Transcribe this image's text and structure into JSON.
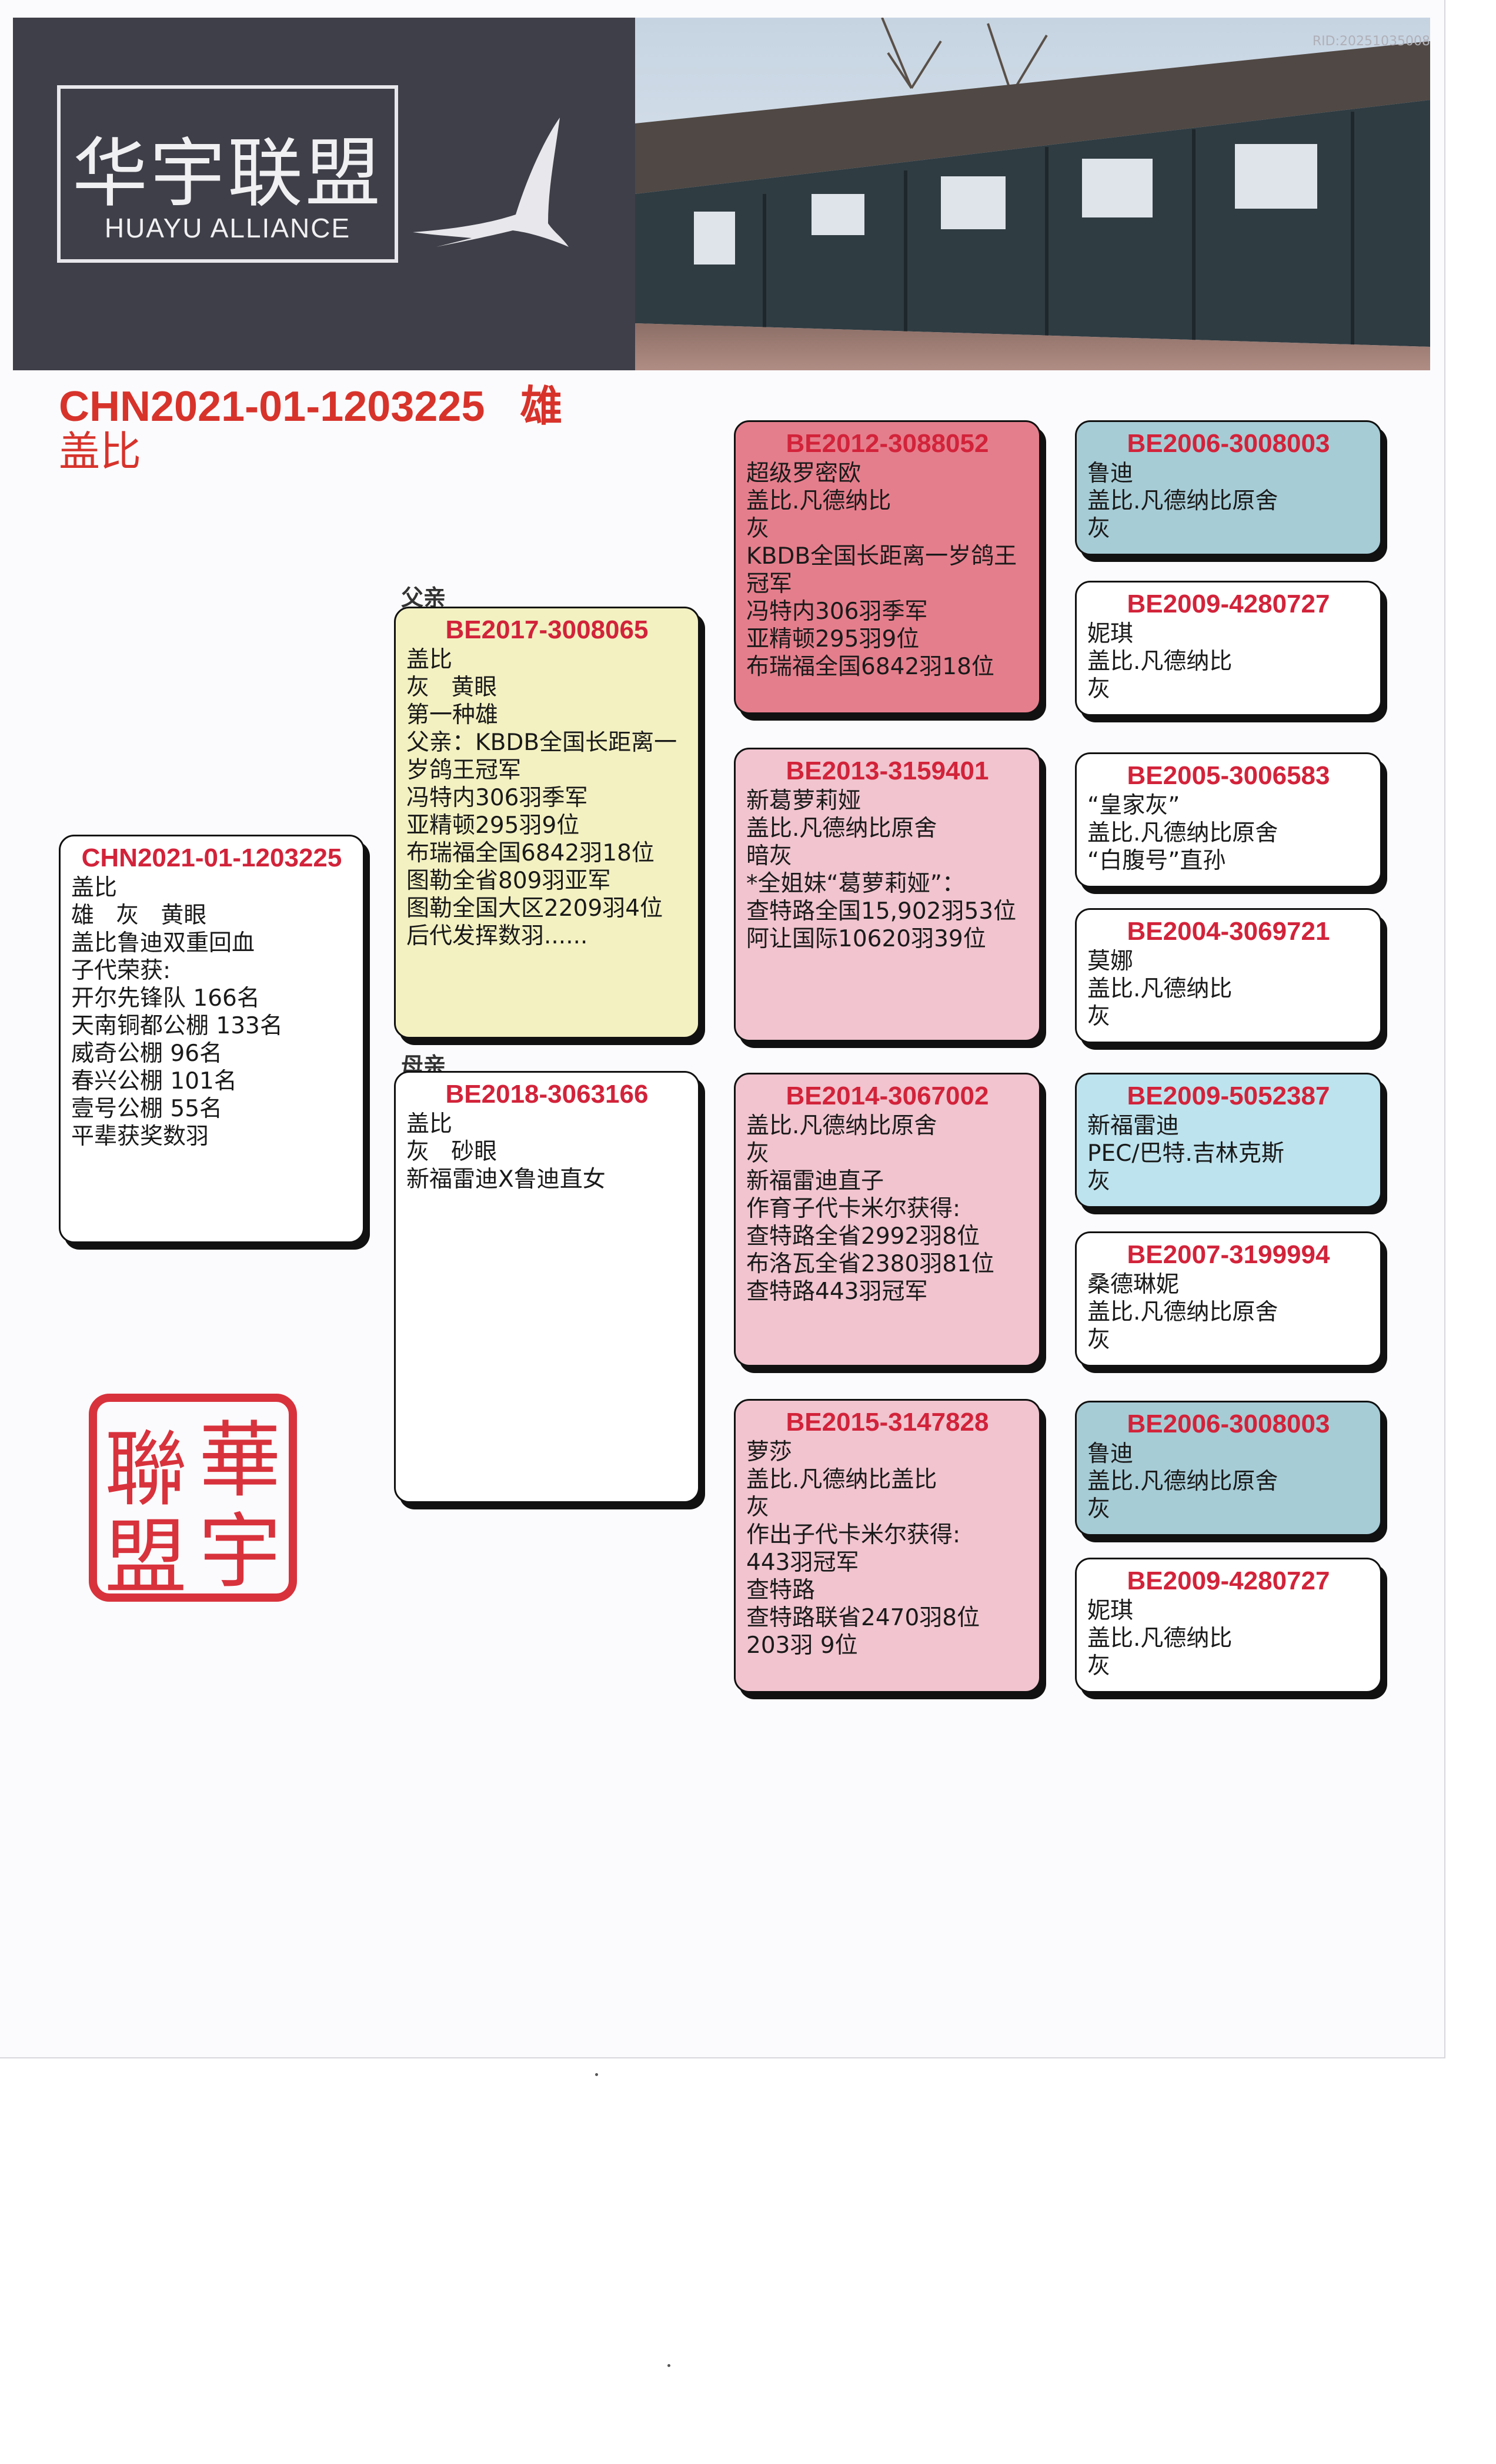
{
  "header": {
    "logo_cn": "华宇联盟",
    "logo_en": "HUAYU ALLIANCE",
    "record_id": "RID:20251035008"
  },
  "subject": {
    "title": "CHN2021-01-1203225   雄",
    "subtitle": "盖比"
  },
  "labels": {
    "sire": "父亲",
    "dam": "母亲"
  },
  "cards": {
    "self": {
      "ring": "CHN2021-01-1203225",
      "lines": [
        "盖比",
        "雄   灰   黄眼",
        "盖比鲁迪双重回血",
        "子代荣获:",
        "开尔先锋队 166名",
        "天南铜都公棚 133名",
        "威奇公棚 96名",
        "春兴公棚 101名",
        "壹号公棚 55名",
        "平辈获奖数羽"
      ]
    },
    "sire": {
      "ring": "BE2017-3008065",
      "lines": [
        "盖比",
        "灰   黄眼",
        "第一种雄",
        "父亲：KBDB全国长距离一",
        "岁鸽王冠军",
        "冯特内306羽季军",
        "亚精顿295羽9位",
        "布瑞福全国6842羽18位",
        "图勒全省809羽亚军",
        "图勒全国大区2209羽4位",
        "后代发挥数羽......"
      ]
    },
    "dam": {
      "ring": "BE2018-3063166",
      "lines": [
        "盖比",
        "灰   砂眼",
        "新福雷迪X鲁迪直女"
      ]
    },
    "ss": {
      "ring": "BE2012-3088052",
      "lines": [
        "超级罗密欧",
        "盖比.凡德纳比",
        "灰",
        "KBDB全国长距离一岁鸽王",
        "冠军",
        "冯特内306羽季军",
        "亚精顿295羽9位",
        "布瑞福全国6842羽18位"
      ]
    },
    "sd": {
      "ring": "BE2013-3159401",
      "lines": [
        "新葛萝莉娅",
        "盖比.凡德纳比原舍",
        "暗灰",
        "*全姐妹“葛萝莉娅”：",
        "查特路全国15,902羽53位",
        "阿让国际10620羽39位"
      ]
    },
    "ds": {
      "ring": "BE2014-3067002",
      "lines": [
        "盖比.凡德纳比原舍",
        "灰",
        "新福雷迪直子",
        "作育子代卡米尔获得:",
        "查特路全省2992羽8位",
        "布洛瓦全省2380羽81位",
        "查特路443羽冠军"
      ]
    },
    "dd": {
      "ring": "BE2015-3147828",
      "lines": [
        "萝莎",
        "盖比.凡德纳比盖比",
        "灰",
        "作出子代卡米尔获得:",
        "443羽冠军",
        "查特路",
        "查特路联省2470羽8位",
        "203羽 9位"
      ]
    },
    "sss": {
      "ring": "BE2006-3008003",
      "lines": [
        "鲁迪",
        "盖比.凡德纳比原舍",
        "灰"
      ]
    },
    "ssd": {
      "ring": "BE2009-4280727",
      "lines": [
        "妮琪",
        "盖比.凡德纳比",
        "灰"
      ]
    },
    "sds": {
      "ring": "BE2005-3006583",
      "lines": [
        "“皇家灰”",
        "盖比.凡德纳比原舍",
        "“白腹号”直孙"
      ]
    },
    "sdd": {
      "ring": "BE2004-3069721",
      "lines": [
        "莫娜",
        "盖比.凡德纳比",
        "灰"
      ]
    },
    "dss": {
      "ring": "BE2009-5052387",
      "lines": [
        "新福雷迪",
        "PEC/巴特.吉林克斯",
        "灰"
      ]
    },
    "dsd": {
      "ring": "BE2007-3199994",
      "lines": [
        "桑德琳妮",
        "盖比.凡德纳比原舍",
        "灰"
      ]
    },
    "dds": {
      "ring": "BE2006-3008003",
      "lines": [
        "鲁迪",
        "盖比.凡德纳比原舍",
        "灰"
      ]
    },
    "ddd": {
      "ring": "BE2009-4280727",
      "lines": [
        "妮琪",
        "盖比.凡德纳比",
        "灰"
      ]
    }
  },
  "seal": {
    "chars": [
      "華",
      "聯",
      "宇",
      "盟"
    ],
    "color": "#d8323c"
  },
  "colors": {
    "title": "#d7332b",
    "ring": "#d2233a",
    "sire_card": "#f3f1c2",
    "red_card": "#e57e8c",
    "pink_card": "#f1c4cf",
    "blue_card": "#a6ccd6",
    "light_blue_card": "#bde3ee"
  }
}
